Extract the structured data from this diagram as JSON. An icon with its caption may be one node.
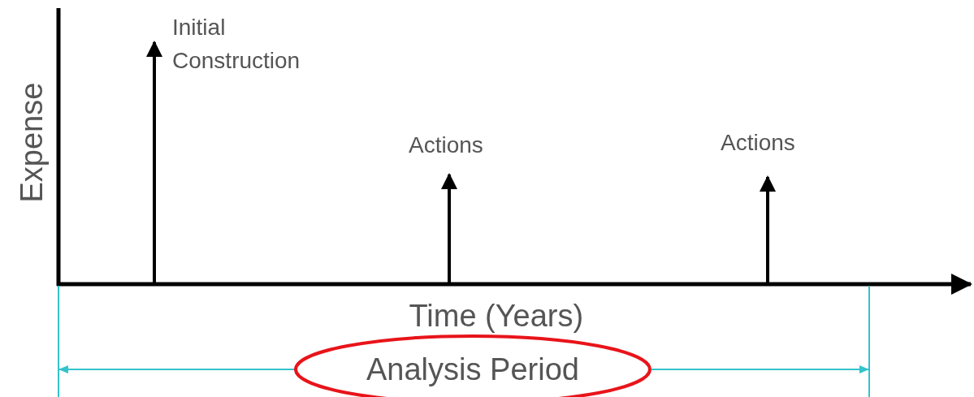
{
  "diagram": {
    "nodes": [
      {
        "text": [
          "Analysis Period"
        ]
      }
    ],
    "edges": [],
    "labels": [
      "Initial Construction",
      "Expense",
      "Actions",
      "Actions",
      "Time (Years)"
    ]
  }
}
